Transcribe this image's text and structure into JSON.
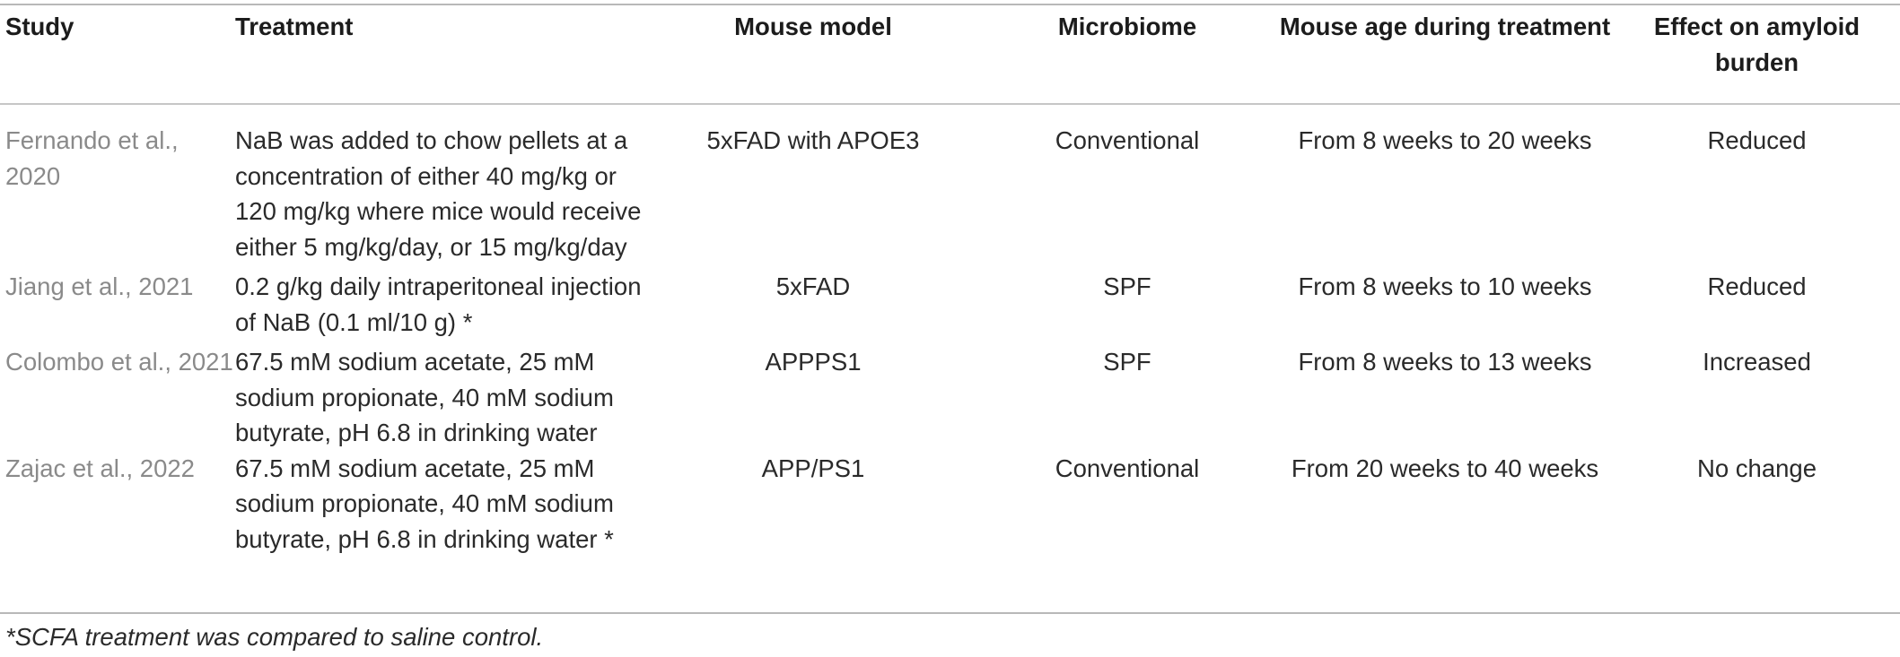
{
  "table": {
    "headers": {
      "study": "Study",
      "treatment": "Treatment",
      "mouse_model": "Mouse model",
      "microbiome": "Microbiome",
      "mouse_age": "Mouse age during treatment",
      "effect": "Effect on amyloid burden"
    },
    "rows": [
      {
        "study": "Fernando et al., 2020",
        "treatment": "NaB was added to chow pellets at a concentration of either 40 mg/kg or 120 mg/kg where mice would receive either 5 mg/kg/day, or 15 mg/kg/day",
        "mouse_model": "5xFAD with APOE3",
        "microbiome": "Conventional",
        "mouse_age": "From 8 weeks to 20 weeks",
        "effect": "Reduced"
      },
      {
        "study": "Jiang et al., 2021",
        "treatment": "0.2 g/kg daily intraperitoneal injection of NaB (0.1 ml/10 g) *",
        "mouse_model": "5xFAD",
        "microbiome": "SPF",
        "mouse_age": "From 8 weeks to 10 weeks",
        "effect": "Reduced"
      },
      {
        "study": "Colombo et al., 2021",
        "treatment": "67.5 mM sodium acetate, 25 mM sodium propionate, 40 mM sodium butyrate, pH 6.8 in drinking water",
        "mouse_model": "APPPS1",
        "microbiome": "SPF",
        "mouse_age": "From 8 weeks to 13 weeks",
        "effect": "Increased"
      },
      {
        "study": "Zajac et al., 2022",
        "treatment": "67.5 mM sodium acetate, 25 mM sodium propionate, 40 mM sodium butyrate, pH 6.8 in drinking water *",
        "mouse_model": "APP/PS1",
        "microbiome": "Conventional",
        "mouse_age": "From 20 weeks to 40 weeks",
        "effect": "No change"
      }
    ]
  },
  "footnote": "*SCFA treatment was compared to saline control."
}
